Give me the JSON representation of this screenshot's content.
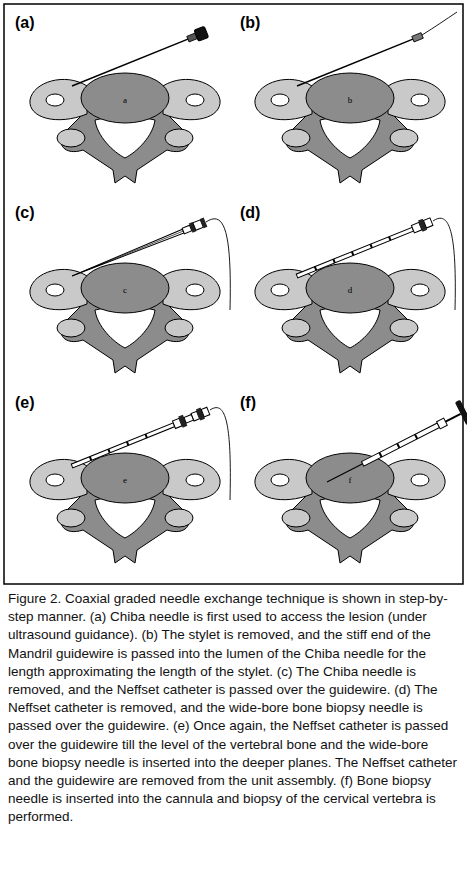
{
  "diagram": {
    "caption": "Figure 2. Coaxial graded needle exchange technique is shown in step-by-step manner. (a) Chiba needle is first used to access the lesion (under ultrasound guidance). (b) The stylet is removed, and the stiff end of the Mandril guidewire is passed into the lumen of the Chiba needle for the length approximating the length of the stylet. (c) The Chiba needle is removed, and the Neffset catheter is passed over the guidewire. (d) The Neffset catheter is removed, and the wide-bore bone biopsy needle is passed over the guidewire. (e) Once again, the Neffset catheter is passed over the guidewire till the level of the vertebral bone and the wide-bore bone biopsy needle is inserted into the deeper planes. The Neffset catheter and the guidewire are removed from the unit assembly. (f) Bone biopsy needle is inserted into the cannula and biopsy of the cervical vertebra is performed.",
    "labels": [
      "(a)",
      "a",
      "(b)",
      "b",
      "(c)",
      "c",
      "(d)",
      "d",
      "(e)",
      "e",
      "(f)",
      "f"
    ]
  }
}
